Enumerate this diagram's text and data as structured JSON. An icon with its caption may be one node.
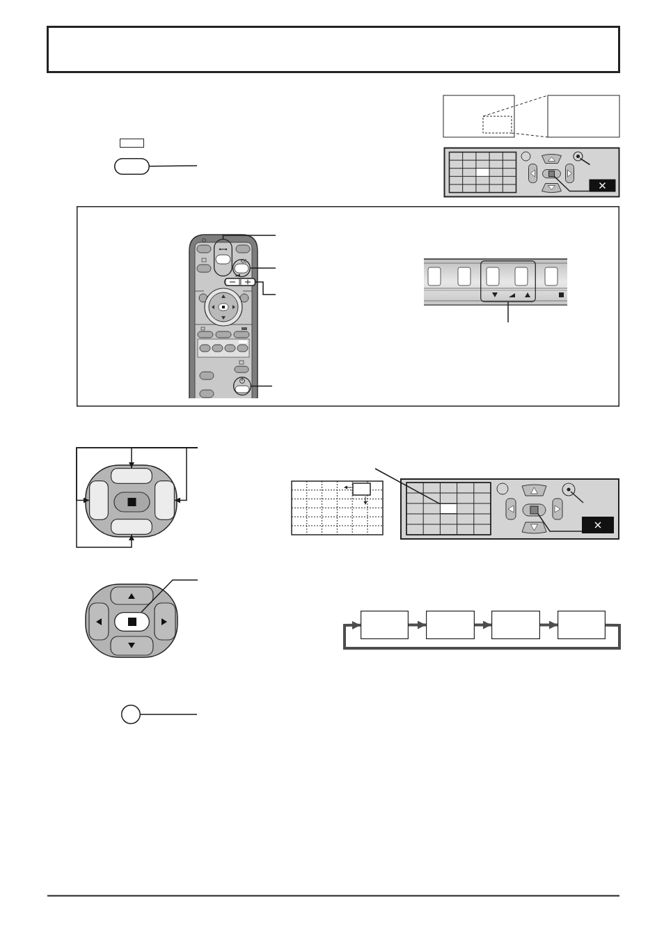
{
  "diagram": {
    "nodes": [
      {
        "text": [],
        "shape": "oval"
      },
      {
        "text": [],
        "shape": "box"
      },
      {
        "text": [],
        "shape": "picture",
        "in": 1
      },
      {
        "text": [],
        "shape": "oval",
        "in": 2
      },
      {
        "text": [],
        "shape": "circle",
        "in": 2
      },
      {
        "text": [],
        "shape": "oval",
        "in": 2
      },
      {
        "text": [],
        "shape": "circle",
        "in": 2
      },
      {
        "text": [],
        "shape": "picture",
        "in": 1
      },
      {
        "text": [],
        "shape": "box",
        "in": 7
      },
      {
        "text": [],
        "shape": "picture"
      },
      {
        "text": [],
        "shape": "box",
        "in": 9
      },
      {
        "text": [],
        "shape": "box",
        "in": 9
      },
      {
        "text": [],
        "shape": "box",
        "in": 9
      },
      {
        "text": [],
        "shape": "box",
        "in": 9
      },
      {
        "text": [],
        "shape": "picture"
      },
      {
        "text": [],
        "shape": "box",
        "in": 14
      },
      {
        "text": [],
        "shape": "picture"
      },
      {
        "text": [],
        "shape": "oval",
        "in": 16
      },
      {
        "text": [],
        "shape": "box"
      },
      {
        "text": [],
        "shape": "box"
      },
      {
        "text": [],
        "shape": "box"
      },
      {
        "text": [],
        "shape": "box"
      },
      {
        "text": [],
        "shape": "circle"
      }
    ],
    "edges": [
      {
        "from": null,
        "to": 0,
        "arrow": "none"
      },
      {
        "from": null,
        "to": 3,
        "arrow": "none"
      },
      {
        "from": null,
        "to": 4,
        "arrow": "none"
      },
      {
        "from": null,
        "to": 5,
        "arrow": "none"
      },
      {
        "from": null,
        "to": 6,
        "arrow": "none"
      },
      {
        "from": null,
        "to": 8,
        "arrow": "none"
      },
      {
        "from": null,
        "to": 10,
        "arrow": "to"
      },
      {
        "from": null,
        "to": 11,
        "arrow": "to"
      },
      {
        "from": null,
        "to": 12,
        "arrow": "to"
      },
      {
        "from": null,
        "to": 13,
        "arrow": "to"
      },
      {
        "from": null,
        "to": 15,
        "arrow": "none"
      },
      {
        "from": null,
        "to": 17,
        "arrow": "none"
      },
      {
        "from": 18,
        "to": 19,
        "arrow": "to",
        "style": "thick",
        "color": "#4d4d4d"
      },
      {
        "from": 19,
        "to": 20,
        "arrow": "to",
        "style": "thick",
        "color": "#4d4d4d"
      },
      {
        "from": 20,
        "to": 21,
        "arrow": "to",
        "style": "thick",
        "color": "#4d4d4d"
      },
      {
        "from": 21,
        "to": 18,
        "arrow": "to",
        "style": "thick",
        "color": "#4d4d4d"
      },
      {
        "from": null,
        "to": 22,
        "arrow": "none"
      }
    ]
  }
}
